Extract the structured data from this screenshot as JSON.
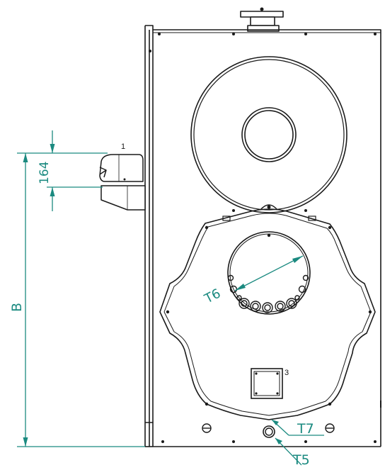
{
  "labels": {
    "dim_height": "164",
    "dim_b": "B",
    "label_t6": "T6",
    "label_t7": "T7",
    "label_t5": "T5",
    "callout_1": "1",
    "callout_3": "3"
  },
  "colors": {
    "line": "#1a1a1a",
    "dimension": "#1b8a80",
    "background": "#ffffff"
  }
}
